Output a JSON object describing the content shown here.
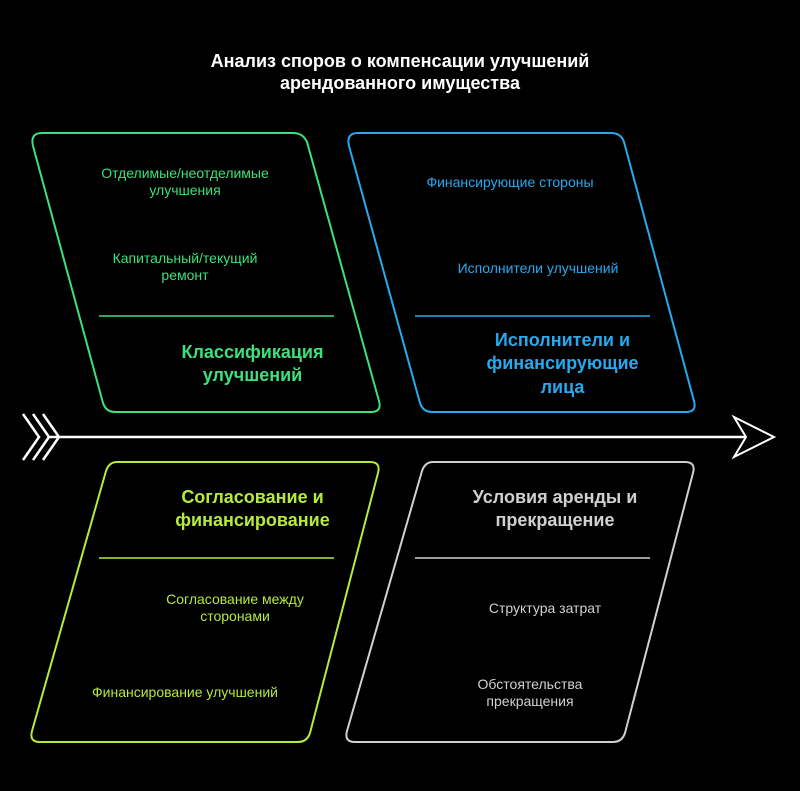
{
  "title": "Анализ споров о компенсации улучшений\nарендованного имущества",
  "colors": {
    "background": "#000000",
    "green": "#3de07a",
    "blue": "#28a9ee",
    "lime": "#b7eb3b",
    "gray": "#d0d0d0",
    "spine": "#ffffff"
  },
  "panels": {
    "classification": {
      "items": [
        "Отделимые/неотделимые\nулучшения",
        "Капитальный/текущий\nремонт"
      ],
      "heading": "Классификация\nулучшений"
    },
    "performers": {
      "items": [
        "Финансирующие стороны",
        "Исполнители улучшений"
      ],
      "heading": "Исполнители и\nфинансирующие\nлица"
    },
    "approval": {
      "heading": "Согласование и\nфинансирование",
      "items": [
        "Согласование между\nсторонами",
        "Финансирование улучшений"
      ]
    },
    "lease": {
      "heading": "Условия аренды и\nпрекращение",
      "items": [
        "Структура затрат",
        "Обстоятельства\nпрекращения"
      ]
    }
  }
}
